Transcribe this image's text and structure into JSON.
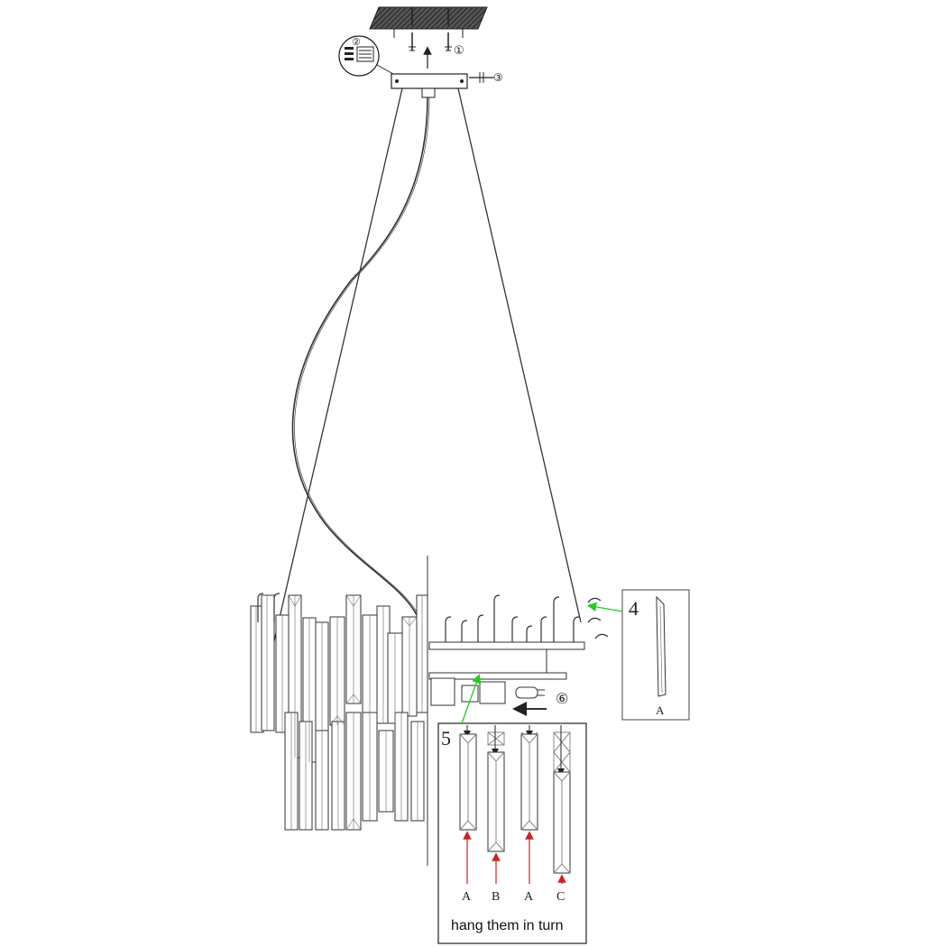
{
  "steps": {
    "s1": "①",
    "s2": "②",
    "s3": "③",
    "s4": "4",
    "s5": "5",
    "s6": "⑥"
  },
  "detail4": {
    "crystal_label": "A"
  },
  "detail5": {
    "crystal_labels": [
      "A",
      "B",
      "A",
      "C"
    ],
    "caption": "hang them in turn"
  },
  "colors": {
    "line": "#333333",
    "arrow_red": "#cc2222",
    "leader_green": "#22cc22"
  }
}
